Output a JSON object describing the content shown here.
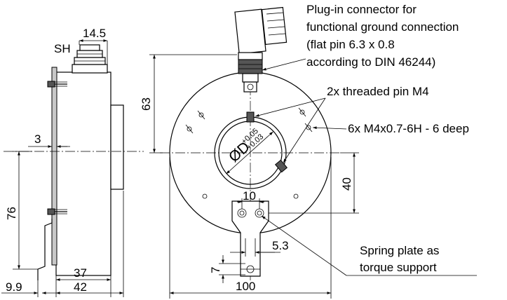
{
  "labels": {
    "sh": "SH",
    "dim_14_5": "14.5",
    "dim_3": "3",
    "dim_76": "76",
    "dim_37": "37",
    "dim_42": "42",
    "dim_9_9": "9.9",
    "dim_63": "63",
    "dim_40": "40",
    "dim_10": "10",
    "dim_5_3": "5.3",
    "dim_7": "7",
    "dim_100": "100",
    "bore_symbol": "ØD",
    "bore_tol_upper": "+0.05",
    "bore_tol_lower": "+0.03"
  },
  "notes": {
    "connector_line1": "Plug-in connector for",
    "connector_line2": "functional ground connection",
    "connector_line3": "(flat pin 6.3 x 0.8",
    "connector_line4": "according to DIN 46244)",
    "threaded_pin": "2x threaded pin M4",
    "tapped_holes": "6x M4x0.7-6H - 6 deep",
    "spring_line1": "Spring plate as",
    "spring_line2": "torque support"
  }
}
